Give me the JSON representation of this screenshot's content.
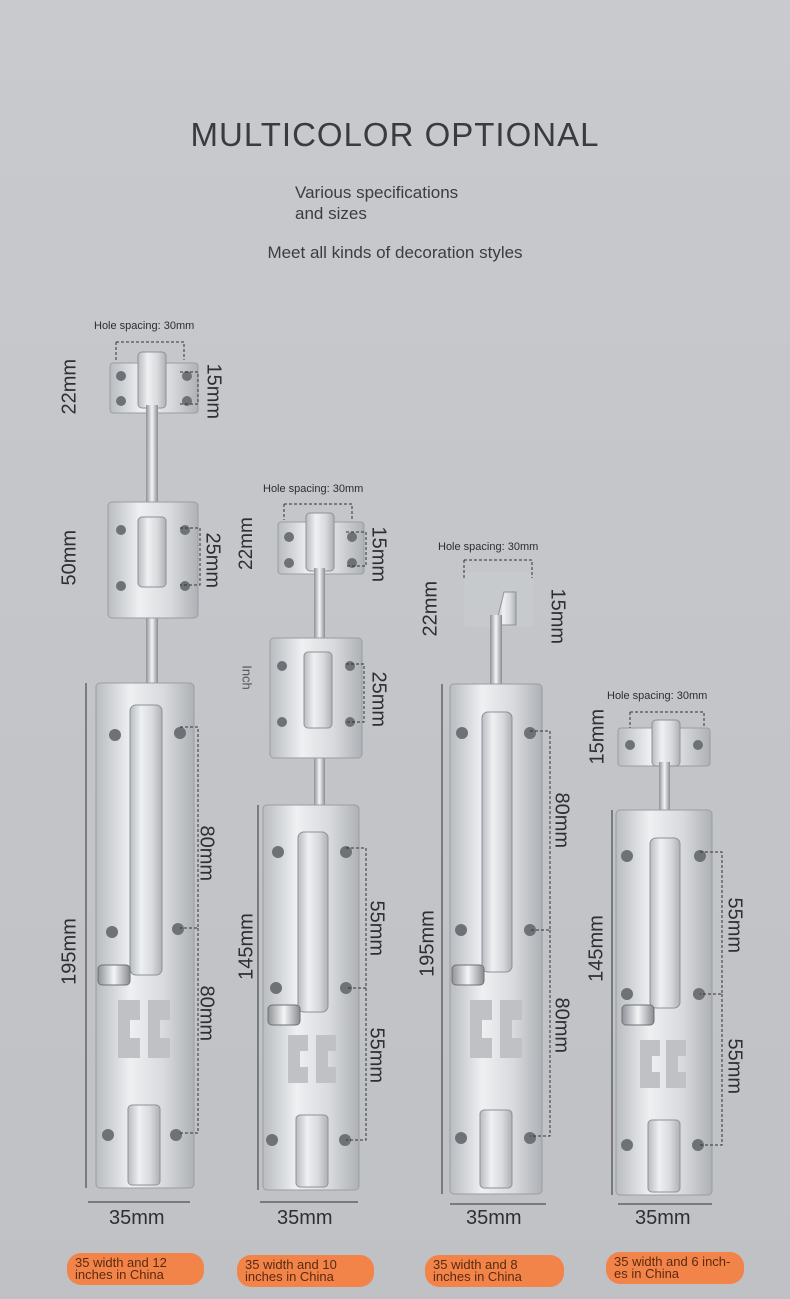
{
  "header": {
    "title": "MULTICOLOR OPTIONAL",
    "subtitle_line1": "Various specifications",
    "subtitle_line2": "and sizes",
    "tagline": "Meet all kinds of decoration styles"
  },
  "bolts": [
    {
      "hole_spacing": "Hole spacing: 30mm",
      "dims": {
        "top_height": "22mm",
        "top_hole": "15mm",
        "mid_height": "50mm",
        "mid_hole": "25mm",
        "body_length": "195mm",
        "hole_a": "80mm",
        "hole_b": "80mm"
      },
      "width": "35mm",
      "badge": "35 width and 12 inches in China"
    },
    {
      "hole_spacing": "Hole spacing: 30mm",
      "dims": {
        "top_height": "22mm",
        "top_hole": "15mm",
        "mid_label": "Inch",
        "mid_hole": "25mm",
        "body_length": "145mm",
        "hole_a": "55mm",
        "hole_b": "55mm"
      },
      "width": "35mm",
      "badge": "35 width and 10 inches in China"
    },
    {
      "hole_spacing": "Hole spacing: 30mm",
      "dims": {
        "top_height": "22mm",
        "top_hole": "15mm",
        "body_length": "195mm",
        "hole_a": "80mm",
        "hole_b": "80mm"
      },
      "width": "35mm",
      "badge": "35 width and 8 inches in China"
    },
    {
      "hole_spacing": "Hole spacing: 30mm",
      "dims": {
        "top_height": "15mm",
        "body_length": "145mm",
        "hole_a": "55mm",
        "hole_b": "55mm"
      },
      "width": "35mm",
      "badge": "35 width and 6 inch- es in China"
    }
  ],
  "colors": {
    "background": "#c6c8cc",
    "metal": "#d9dbde",
    "badge": "#f2844a"
  }
}
